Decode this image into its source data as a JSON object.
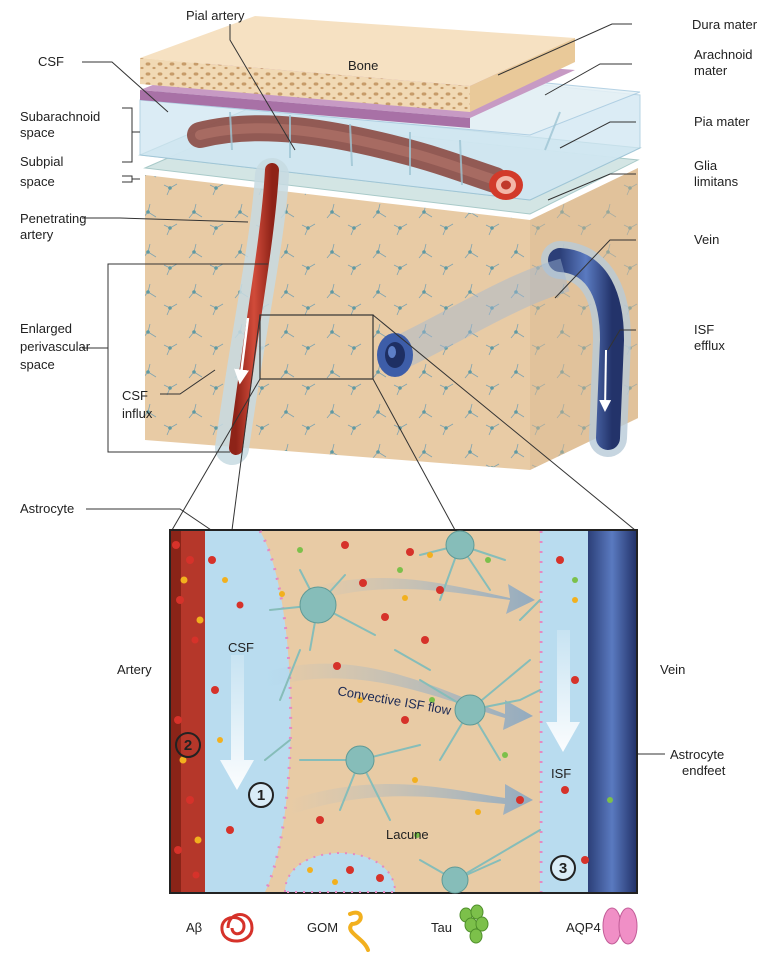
{
  "labels": {
    "pial_artery": "Pial artery",
    "dura_mater": "Dura mater",
    "csf": "CSF",
    "bone": "Bone",
    "arachnoid_mater_1": "Arachnoid",
    "arachnoid_mater_2": "mater",
    "subarachnoid_space_1": "Subarachnoid",
    "subarachnoid_space_2": "space",
    "pia_mater": "Pia mater",
    "subpial_space_1": "Subpial",
    "subpial_space_2": "space",
    "glia_limitans_1": "Glia",
    "glia_limitans_2": "limitans",
    "penetrating_artery_1": "Penetrating",
    "penetrating_artery_2": "artery",
    "vein_top": "Vein",
    "enlarged_pvs_1": "Enlarged",
    "enlarged_pvs_2": "perivascular",
    "enlarged_pvs_3": "space",
    "isf_efflux_1": "ISF",
    "isf_efflux_2": "efflux",
    "csf_influx_1": "CSF",
    "csf_influx_2": "influx",
    "astrocyte": "Astrocyte",
    "artery": "Artery",
    "vein_bottom": "Vein",
    "astrocyte_endfeet_1": "Astrocyte",
    "astrocyte_endfeet_2": "endfeet",
    "csf_inner": "CSF",
    "convective_isf_flow": "Convective ISF flow",
    "isf_inner": "ISF",
    "lacune": "Lacune",
    "num_1": "1",
    "num_2": "2",
    "num_3": "3"
  },
  "legend": [
    {
      "label": "Aβ",
      "icon": "amyloid-beta-icon",
      "color": "#d6322a"
    },
    {
      "label": "GOM",
      "icon": "gom-icon",
      "color": "#f2b01e"
    },
    {
      "label": "Tau",
      "icon": "tau-icon",
      "color": "#7cc04a"
    },
    {
      "label": "AQP4",
      "icon": "aqp4-icon",
      "color": "#f08fc6"
    }
  ],
  "colors": {
    "tissue": "#e7c9a3",
    "artery": "#c0392b",
    "vein": "#3f5ea3",
    "csf": "#b9dcef",
    "astrocyte": "#86bdb9"
  }
}
